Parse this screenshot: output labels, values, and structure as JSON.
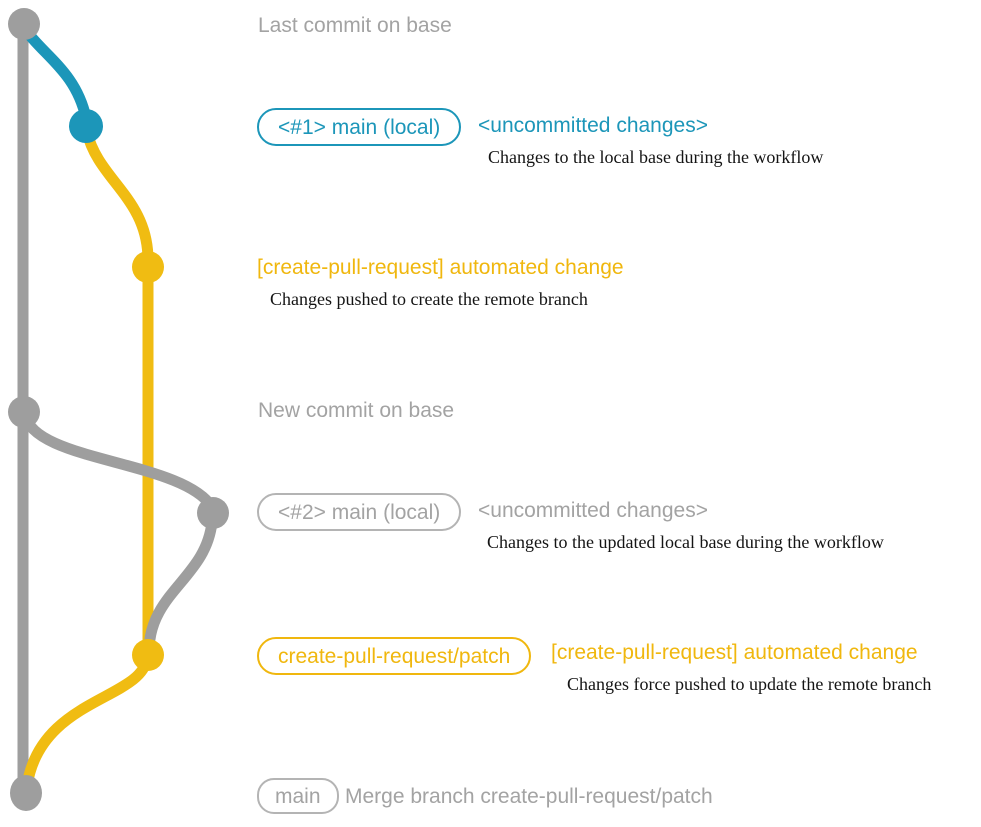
{
  "colors": {
    "gray": "#9E9E9E",
    "gray-text": "#A3A3A3",
    "gray-border": "#B4B4B4",
    "blue": "#1C96B9",
    "yellow": "#F0BC12",
    "yellow-text": "#F0B70E",
    "ink": "#141414"
  },
  "graph": {
    "branches": [
      {
        "name": "base",
        "color": "#9E9E9E"
      },
      {
        "name": "main (local)",
        "color": "#1C96B9"
      },
      {
        "name": "create-pull-request/patch",
        "color": "#F0BC12"
      }
    ],
    "commit_count": 7
  },
  "annotations": {
    "last_commit_note": "Last commit on base",
    "new_commit_note": "New commit on base",
    "row1": {
      "branch_label": "<#1> main (local)",
      "title": "<uncommitted changes>",
      "description": "Changes to the local base during the workflow"
    },
    "row2": {
      "title": "[create-pull-request] automated change",
      "description": "Changes pushed to create the remote branch"
    },
    "row3": {
      "branch_label": "<#2> main (local)",
      "title": "<uncommitted changes>",
      "description": "Changes to the updated local base during the workflow"
    },
    "row4": {
      "branch_label": "create-pull-request/patch",
      "title": "[create-pull-request] automated change",
      "description": "Changes force pushed to update the remote branch"
    },
    "row5": {
      "branch_label": "main",
      "message": "Merge branch create-pull-request/patch"
    }
  }
}
